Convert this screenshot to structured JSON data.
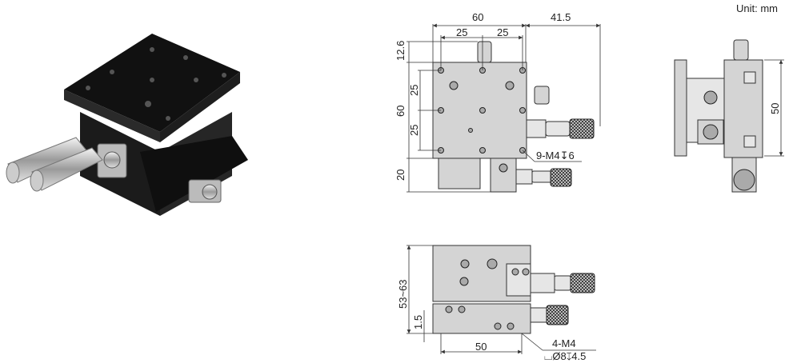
{
  "unit_label": "Unit: mm",
  "front_view": {
    "width": "60",
    "overhang": "41.5",
    "hole_pitch_x1": "25",
    "hole_pitch_x2": "25",
    "knob_height": "12.6",
    "height": "60",
    "hole_pitch_y1": "25",
    "hole_pitch_y2": "25",
    "bottom_depth": "20",
    "hole_callout": "9-M4↧6"
  },
  "side_view": {
    "height": "50"
  },
  "bottom_view": {
    "height_range": "53~63",
    "offset": "1.5",
    "hole_pitch": "50",
    "hole_callout_1": "4-M4",
    "hole_callout_2": "⌴Ø8↧4.5"
  },
  "colors": {
    "body_photo": "#1a1a1a",
    "drawing_fill": "#d4d4d4",
    "line": "#333333"
  }
}
